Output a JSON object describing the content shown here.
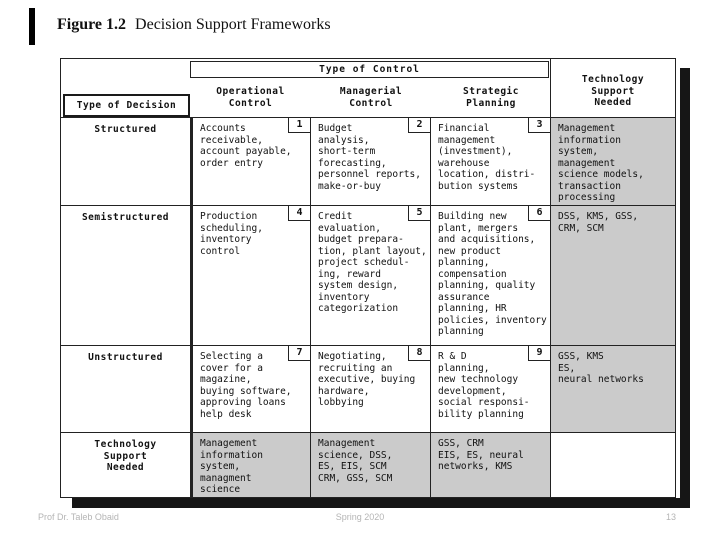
{
  "title": {
    "label": "Figure 1.2",
    "text": "Decision Support Frameworks"
  },
  "table": {
    "control_axis": "Type of Control",
    "decision_axis": "Type of Decision",
    "col_headers": {
      "operational": "Operational\nControl",
      "managerial": "Managerial\nControl",
      "strategic": "Strategic\nPlanning",
      "technology": "Technology\nSupport\nNeeded"
    },
    "rows": [
      {
        "label": "Structured",
        "cells": [
          {
            "num": "1",
            "text": "Accounts\nreceivable,\naccount payable,\norder entry"
          },
          {
            "num": "2",
            "text": "Budget\nanalysis,\nshort-term\nforecasting,\npersonnel reports,\nmake-or-buy"
          },
          {
            "num": "3",
            "text": "Financial\nmanagement\n(investment),\nwarehouse\nlocation, distri-\nbution systems"
          }
        ],
        "tech": "Management\ninformation\nsystem,\nmanagement\nscience models,\ntransaction\nprocessing"
      },
      {
        "label": "Semistructured",
        "cells": [
          {
            "num": "4",
            "text": "Production\nscheduling,\ninventory\ncontrol"
          },
          {
            "num": "5",
            "text": "Credit\nevaluation,\nbudget prepara-\ntion, plant layout,\nproject schedul-\ning, reward\nsystem design,\ninventory\ncategorization"
          },
          {
            "num": "6",
            "text": "Building new\nplant, mergers\nand acquisitions,\nnew product\nplanning,\ncompensation\nplanning, quality\nassurance\nplanning, HR\npolicies, inventory\nplanning"
          }
        ],
        "tech": "DSS, KMS, GSS,\nCRM, SCM"
      },
      {
        "label": "Unstructured",
        "cells": [
          {
            "num": "7",
            "text": "Selecting a\ncover for a\nmagazine,\nbuying software,\napproving loans\nhelp desk"
          },
          {
            "num": "8",
            "text": "Negotiating,\nrecruiting an\nexecutive, buying\nhardware,\nlobbying"
          },
          {
            "num": "9",
            "text": "R & D\nplanning,\nnew technology\ndevelopment,\nsocial responsi-\nbility planning"
          }
        ],
        "tech": "GSS, KMS\nES,\nneural networks"
      }
    ],
    "bottom": {
      "label": "Technology\nSupport\nNeeded",
      "cells": [
        "Management\ninformation\nsystem,\nmanagment\nscience",
        "Management\nscience, DSS,\nES, EIS, SCM\nCRM, GSS, SCM",
        "GSS, CRM\nEIS, ES, neural\nnetworks, KMS"
      ]
    }
  },
  "footer": {
    "left": "Prof Dr. Taleb Obaid",
    "center": "Spring 2020",
    "page": "13"
  },
  "colors": {
    "shaded_cell": "#cbcbcb",
    "grid_line": "#222222",
    "shadow": "#161616",
    "footer_text": "#b5b5b5"
  }
}
